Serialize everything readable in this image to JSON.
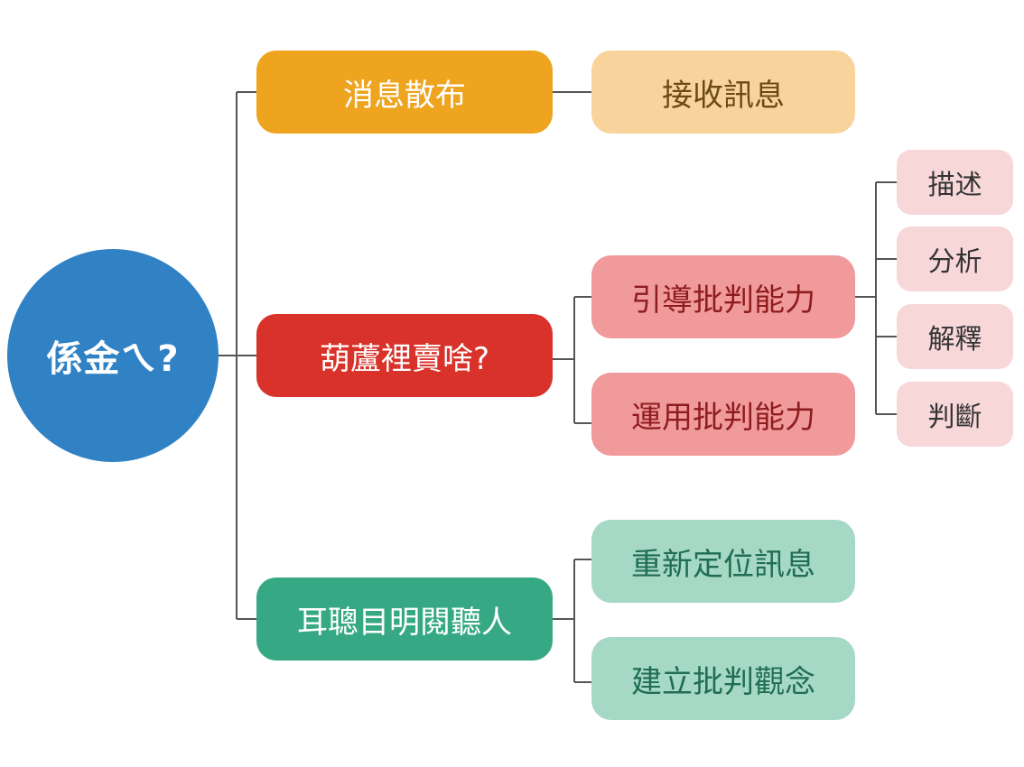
{
  "mindmap": {
    "root": {
      "label": "係金ㄟ?",
      "color": "#3082c4"
    },
    "branches": [
      {
        "label": "消息散布",
        "color": "#eea41e",
        "children": [
          {
            "label": "接收訊息",
            "color": "#f8d49c"
          }
        ]
      },
      {
        "label": "葫蘆裡賣啥?",
        "color": "#d8322a",
        "children": [
          {
            "label": "引導批判能力",
            "color": "#f09a9c",
            "children": [
              {
                "label": "描述"
              },
              {
                "label": "分析"
              },
              {
                "label": "解釋"
              },
              {
                "label": "判斷"
              }
            ]
          },
          {
            "label": "運用批判能力",
            "color": "#f09a9c"
          }
        ]
      },
      {
        "label": "耳聰目明閱聽人",
        "color": "#36a884",
        "children": [
          {
            "label": "重新定位訊息",
            "color": "#a6d8c6"
          },
          {
            "label": "建立批判觀念",
            "color": "#a6d8c6"
          }
        ]
      }
    ],
    "leaf_color": "#f8d7d9",
    "connector_color": "#555555"
  }
}
